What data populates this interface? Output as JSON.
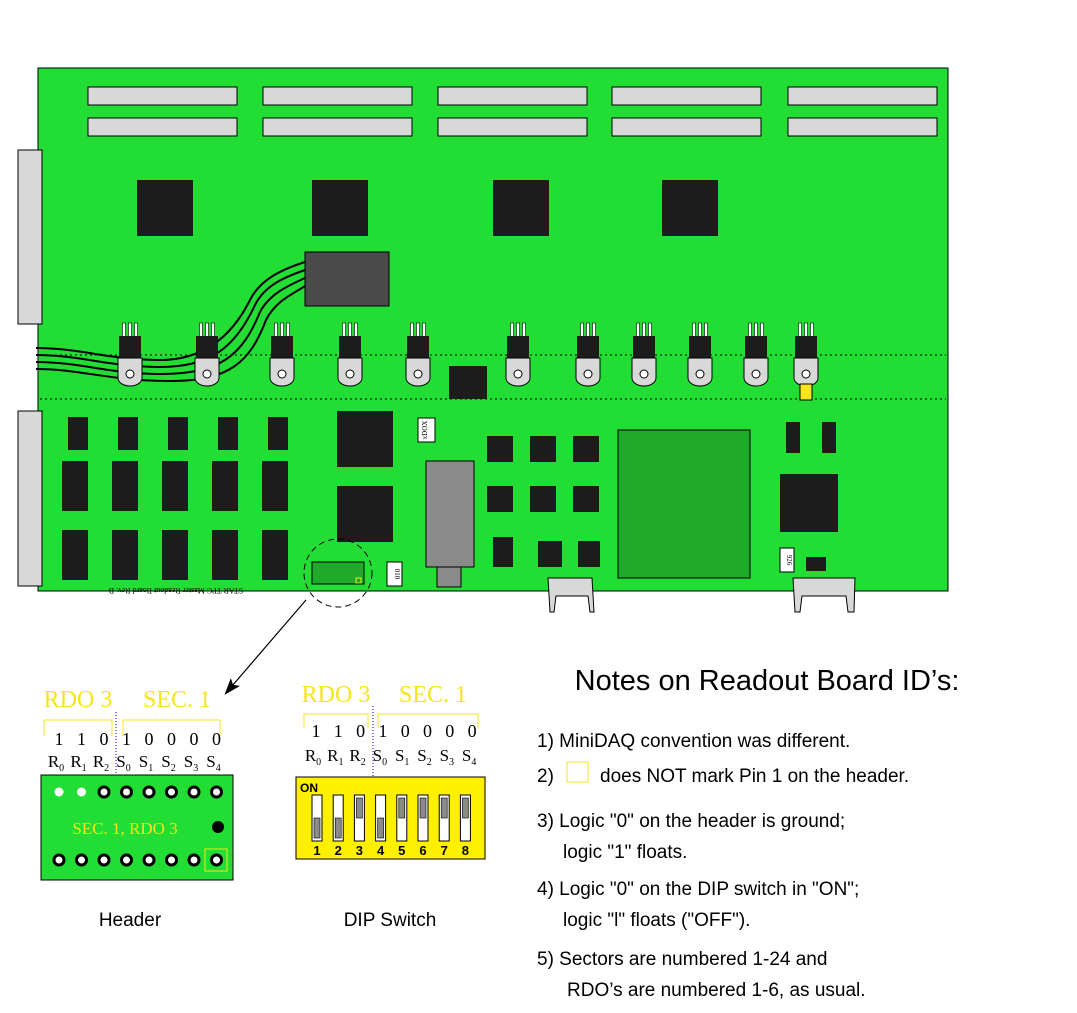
{
  "board": {
    "silkscreen": "STAR TPC Master Readout Board Rev. B",
    "chip_label_top": "xDOX",
    "chip_label_small": "010",
    "chip_label_right": "926"
  },
  "header_detail": {
    "rdo_label": "RDO 3",
    "sec_label": "SEC. 1",
    "bits": [
      "1",
      "1",
      "0",
      "1",
      "0",
      "0",
      "0",
      "0"
    ],
    "pins": [
      {
        "base": "R",
        "sub": "0"
      },
      {
        "base": "R",
        "sub": "1"
      },
      {
        "base": "R",
        "sub": "2"
      },
      {
        "base": "S",
        "sub": "0"
      },
      {
        "base": "S",
        "sub": "1"
      },
      {
        "base": "S",
        "sub": "2"
      },
      {
        "base": "S",
        "sub": "3"
      },
      {
        "base": "S",
        "sub": "4"
      }
    ],
    "board_text": "SEC.  1,  RDO  3",
    "caption": "Header"
  },
  "dip_detail": {
    "rdo_label": "RDO 3",
    "sec_label": "SEC. 1",
    "bits": [
      "1",
      "1",
      "0",
      "1",
      "0",
      "0",
      "0",
      "0"
    ],
    "pins": [
      {
        "base": "R",
        "sub": "0"
      },
      {
        "base": "R",
        "sub": "1"
      },
      {
        "base": "R",
        "sub": "2"
      },
      {
        "base": "S",
        "sub": "0"
      },
      {
        "base": "S",
        "sub": "1"
      },
      {
        "base": "S",
        "sub": "2"
      },
      {
        "base": "S",
        "sub": "3"
      },
      {
        "base": "S",
        "sub": "4"
      }
    ],
    "on_label": "ON",
    "switch_numbers": [
      "1",
      "2",
      "3",
      "4",
      "5",
      "6",
      "7",
      "8"
    ],
    "caption": "DIP Switch"
  },
  "notes": {
    "title": "Notes on Readout Board ID’s:",
    "n1": "1) MiniDAQ convention was different.",
    "n2_prefix": "2)",
    "n2_suffix": "does NOT mark Pin 1 on the header.",
    "n3_line1": "3) Logic \"0\" on the header is ground;",
    "n3_line2": "logic \"1\" floats.",
    "n4_line1": "4) Logic \"0\" on the DIP switch in \"ON\";",
    "n4_line2": "logic \"l\" floats (\"OFF\").",
    "n5_line1": "5) Sectors are numbered 1-24 and",
    "n5_line2": "RDO’s are numbered 1-6, as usual."
  },
  "colors": {
    "board_green": "#22dd33",
    "chip_black": "#1c1c1c",
    "label_yellow": "#f5e51a",
    "dip_yellow": "#fff000",
    "connector_gray": "#d8d8d8"
  }
}
